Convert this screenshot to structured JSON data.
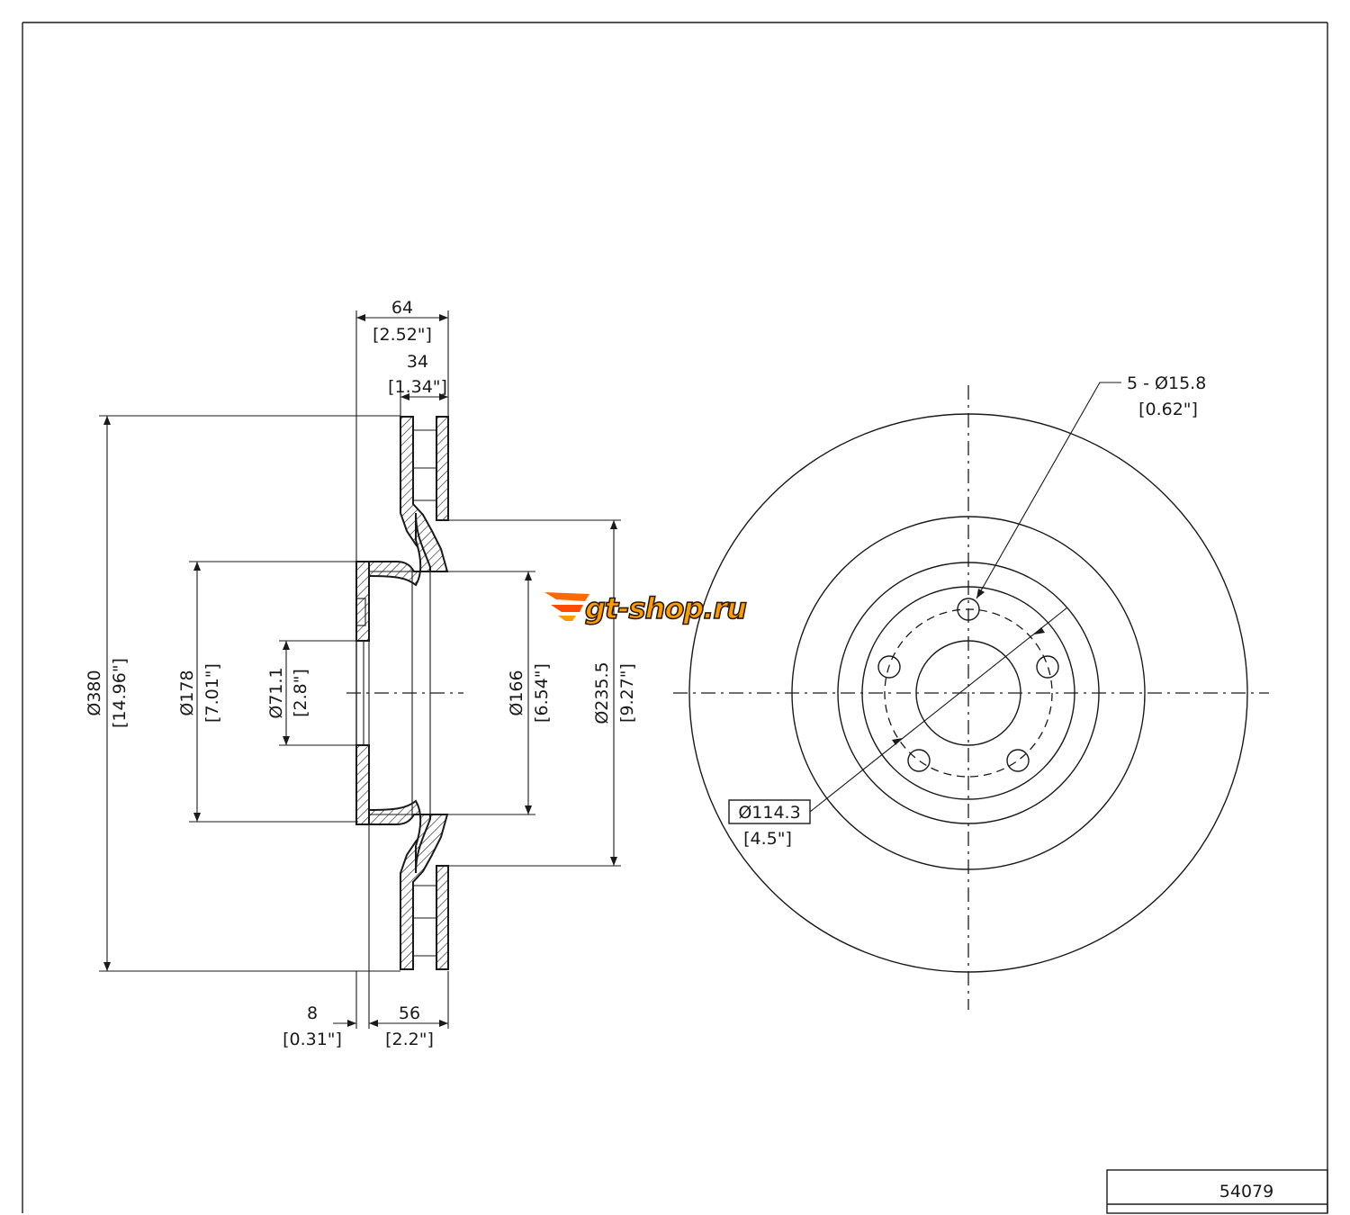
{
  "part_number": "54079",
  "logo": {
    "text": "gt-shop.ru",
    "colors": {
      "fill": "#ff9d00",
      "stroke": "#2a1a00",
      "accent": "#ff4a00"
    }
  },
  "side_view": {
    "overall_width": {
      "mm": "64",
      "in": "[2.52\"]"
    },
    "hat_width": {
      "mm": "34",
      "in": "[1.34\"]"
    },
    "outer_diameter": {
      "mm": "Ø380",
      "in": "[14.96\"]"
    },
    "hat_diameter": {
      "mm": "Ø178",
      "in": "[7.01\"]"
    },
    "center_bore": {
      "mm": "Ø71.1",
      "in": "[2.8\"]"
    },
    "inner_hat_diameter": {
      "mm": "Ø166",
      "in": "[6.54\"]"
    },
    "braking_inner_diameter": {
      "mm": "Ø235.5",
      "in": "[9.27\"]"
    },
    "flange_thickness": {
      "mm": "8",
      "in": "[0.31\"]"
    },
    "offset": {
      "mm": "56",
      "in": "[2.2\"]"
    }
  },
  "front_view": {
    "bolt_holes": {
      "mm": "5 - Ø15.8",
      "in": "[0.62\"]"
    },
    "bolt_circle": {
      "mm": "Ø114.3",
      "in": "[4.5\"]"
    }
  }
}
